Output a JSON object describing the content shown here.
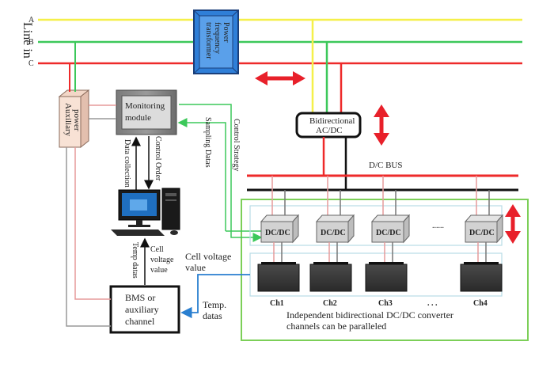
{
  "line_in": "Line in",
  "phases": {
    "a": "A",
    "b": "B",
    "c": "C"
  },
  "transformer": {
    "line1": "Power",
    "line2": "frequency",
    "line3": "transformer"
  },
  "auxiliary_power": {
    "line1": "Auxiliary",
    "line2": "power"
  },
  "monitoring_module": {
    "line1": "Monitoring",
    "line2": "module"
  },
  "bidirectional_acdc": {
    "line1": "Bidirectional",
    "line2": "AC/DC"
  },
  "dc_bus": "D/C BUS",
  "sampling_datas": "Sampling Datas",
  "control_strategy": "Control Strategy",
  "data_collection": "Data collection",
  "control_order": "Control Order",
  "dcdc_label": "DC/DC",
  "dots": "......",
  "cell_voltage_value_pc": {
    "line1": "Cell",
    "line2": "voltage",
    "line3": "value"
  },
  "temp_datas_pc": "Temp datas",
  "cell_voltage_value_right": {
    "line1": "Cell voltage",
    "line2": "value"
  },
  "temp_datas_right": {
    "line1": "Temp.",
    "line2": "datas"
  },
  "bms": {
    "line1": "BMS or",
    "line2": "auxiliary",
    "line3": "channel"
  },
  "channels": [
    "Ch1",
    "Ch2",
    "Ch3",
    ". . .",
    "Ch4"
  ],
  "note": {
    "line1": "Independent bidirectional DC/DC converter",
    "line2": "channels can be paralleled"
  },
  "colors": {
    "phase_a": "#f5f04a",
    "phase_b": "#3cc85a",
    "phase_c": "#ee2a2a",
    "dc_neg": "#111111",
    "arrow": "#e8202a",
    "signal": "#2a7fd0",
    "frame": "#7ccf58",
    "transformer": "#2f7fd8"
  }
}
